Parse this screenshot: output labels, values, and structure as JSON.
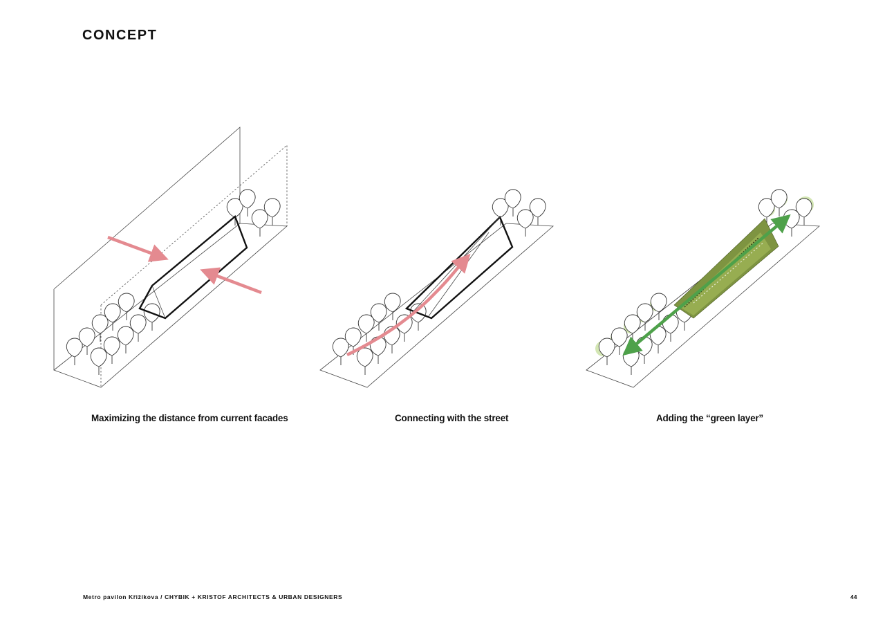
{
  "page": {
    "title": "CONCEPT",
    "footer_text": "Metro pavilon Křižíkova / CHYBIK + KRISTOF ARCHITECTS & URBAN DESIGNERS",
    "page_number": "44"
  },
  "panels": [
    {
      "caption": "Maximizing the distance from current facades",
      "arrow_color": "#e48a90"
    },
    {
      "caption": "Connecting with the street",
      "arrow_color": "#e48a90"
    },
    {
      "caption": "Adding the “green layer”",
      "arrow_color": "#4ea14a",
      "green_fill": "#bcd98c"
    }
  ]
}
